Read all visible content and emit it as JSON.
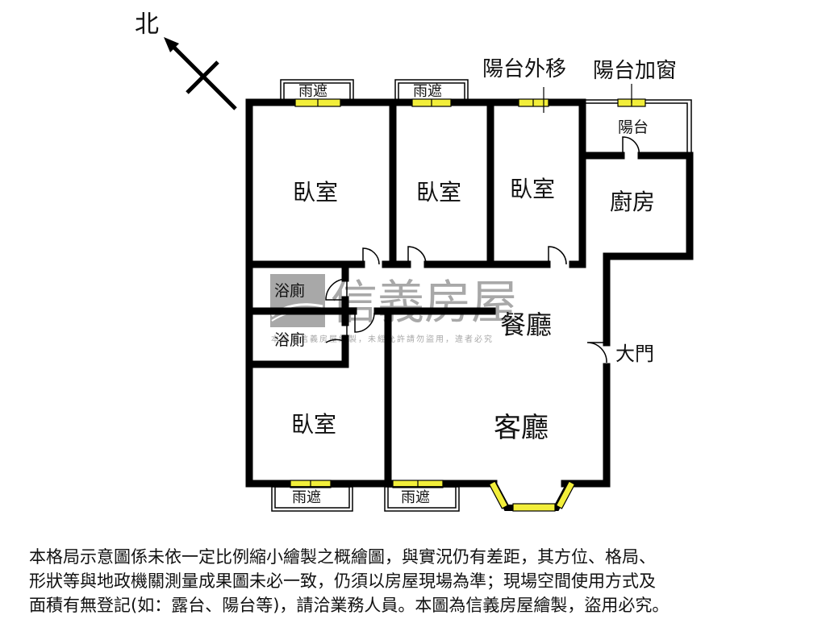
{
  "compass": {
    "label": "北",
    "icon": "north-arrow-icon"
  },
  "annotations": {
    "balcony_moved_out": "陽台外移",
    "balcony_window_added": "陽台加窗"
  },
  "rooms": {
    "bedroom_1": "臥室",
    "bedroom_2": "臥室",
    "bedroom_3": "臥室",
    "bedroom_4": "臥室",
    "kitchen": "廚房",
    "balcony": "陽台",
    "bathroom_1": "浴廁",
    "bathroom_2": "浴廁",
    "dining_room": "餐廳",
    "living_room": "客廳",
    "main_door": "大門"
  },
  "awnings": {
    "top_1": "雨遮",
    "top_2": "雨遮",
    "bottom_1": "雨遮",
    "bottom_2": "雨遮"
  },
  "watermark": {
    "brand": "信義房屋",
    "notice": "本圖為信義房屋繪製，未經允許請勿盜用，違者必究"
  },
  "colors": {
    "wall": "#000000",
    "window": "#f2ee3a",
    "watermark": "#a8a8a8"
  },
  "disclaimer": {
    "line1": "本格局示意圖係未依一定比例縮小繪製之概繪圖，與實況仍有差距，其方位、格局、",
    "line2": "形狀等與地政機關測量成果圖未必一致，仍須以房屋現場為準；現場空間使用方式及",
    "line3": "面積有無登記(如：露台、陽台等)，請洽業務人員。本圖為信義房屋繪製，盜用必究。"
  }
}
